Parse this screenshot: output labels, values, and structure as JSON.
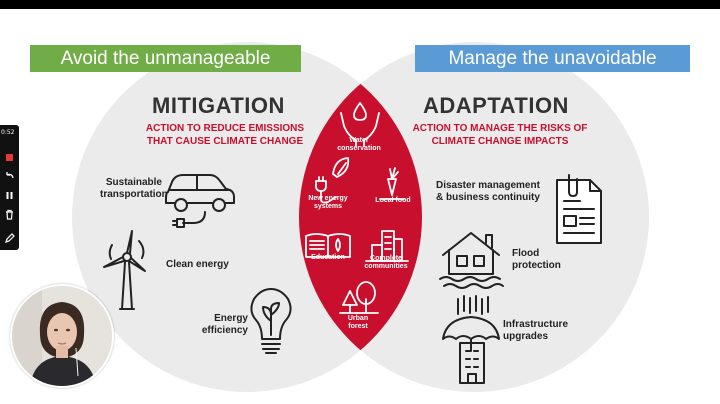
{
  "banners": {
    "left": "Avoid the unmanageable",
    "right": "Manage the unavoidable"
  },
  "mitigation": {
    "title": "MITIGATION",
    "subtitle_line1": "ACTION TO REDUCE EMISSIONS",
    "subtitle_line2": "THAT CAUSE CLIMATE CHANGE",
    "items": {
      "transport_1": "Sustainable",
      "transport_2": "transportation",
      "clean_energy": "Clean energy",
      "efficiency_1": "Energy",
      "efficiency_2": "efficiency"
    }
  },
  "adaptation": {
    "title": "ADAPTATION",
    "subtitle_line1": "ACTION TO MANAGE THE RISKS OF",
    "subtitle_line2": "CLIMATE CHANGE IMPACTS",
    "items": {
      "disaster_1": "Disaster management",
      "disaster_2": "& business continuity",
      "flood_1": "Flood",
      "flood_2": "protection",
      "infra_1": "Infrastructure",
      "infra_2": "upgrades"
    }
  },
  "overlap": {
    "water_1": "Water",
    "water_2": "conservation",
    "energy_1": "New energy",
    "energy_2": "systems",
    "food": "Local food",
    "education": "Education",
    "communities_1": "Complete",
    "communities_2": "communities",
    "forest_1": "Urban",
    "forest_2": "forest"
  },
  "recorder": {
    "timer": "0:52"
  },
  "colors": {
    "accent_red": "#c8102e",
    "green": "#70ad47",
    "blue": "#5b9bd5",
    "circle_gray": "#ebebeb"
  }
}
